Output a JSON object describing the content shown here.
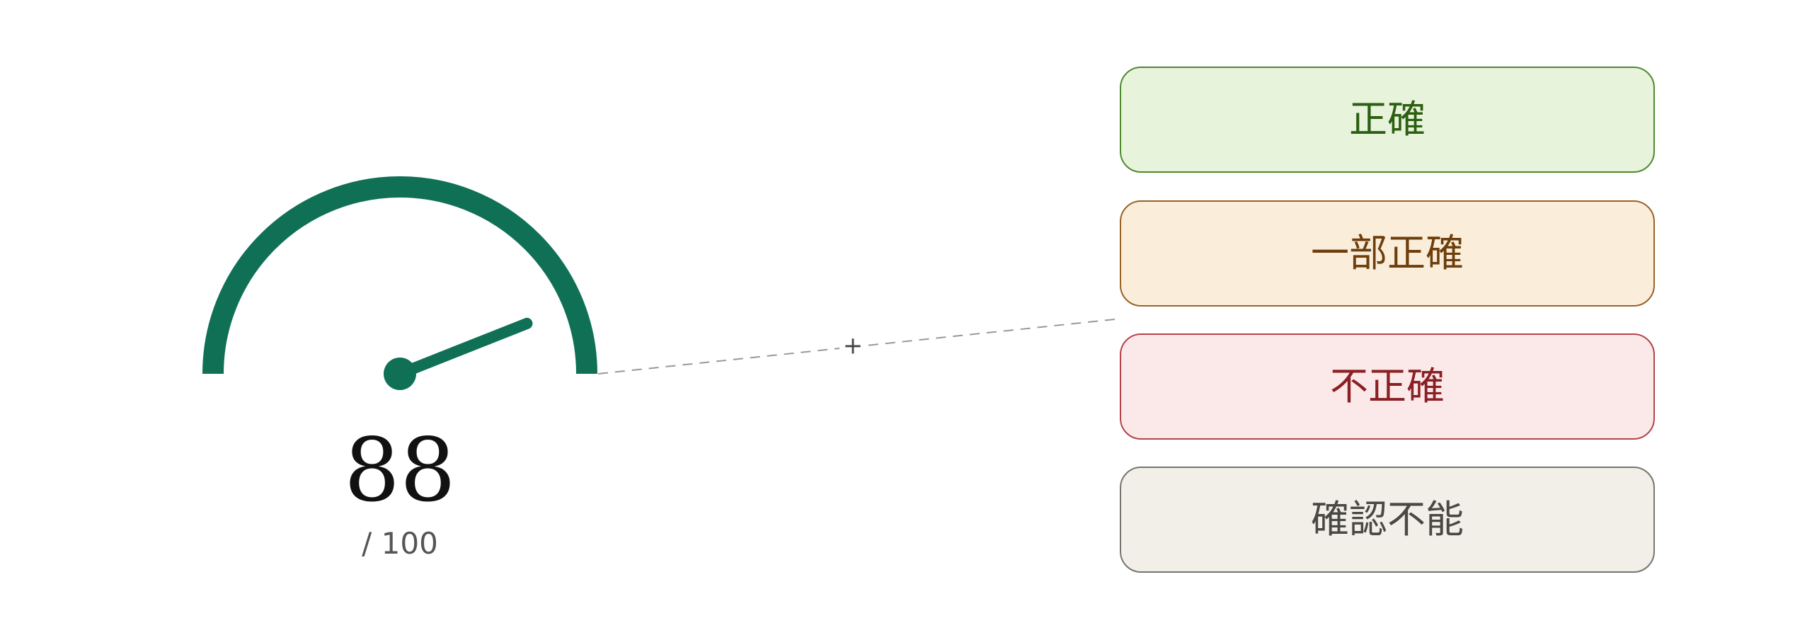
{
  "score": {
    "value": "88",
    "total_label": "/ 100",
    "fraction": 0.88
  },
  "connector": {
    "plus_symbol": "+"
  },
  "verdicts": [
    {
      "label": "正確",
      "bg": "#e8f3dc",
      "border": "#4e8a2c",
      "text": "#2d5f12"
    },
    {
      "label": "一部正確",
      "bg": "#faeedb",
      "border": "#9a6126",
      "text": "#6e3e0c"
    },
    {
      "label": "不正確",
      "bg": "#fbe9e9",
      "border": "#b4434a",
      "text": "#8a1f24"
    },
    {
      "label": "確認不能",
      "bg": "#f1efe8",
      "border": "#77746e",
      "text": "#4a4844"
    }
  ],
  "colors": {
    "gauge": "#0f7055",
    "connector_line": "#999999",
    "plus": "#444444"
  }
}
